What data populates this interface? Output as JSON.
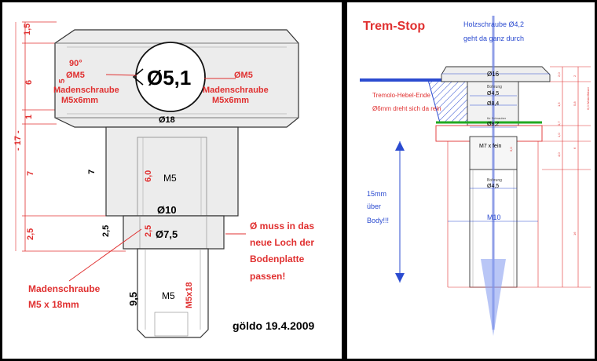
{
  "left": {
    "dims_left": {
      "top": "1,5",
      "mid": "6",
      "flange": "1",
      "total": "- 17 -",
      "shank": "7",
      "step": "2,5",
      "small": "9,5"
    },
    "head": {
      "angle": "90°",
      "thread_left": "ØM5",
      "thread_right": "ØM5",
      "five": "5",
      "grub_left": "Madenschraube",
      "grub_left_size": "M5x6mm",
      "grub_right": "Madenschraube",
      "grub_right_size": "M5x6mm",
      "hole": "Ø5,1",
      "dia": "Ø18"
    },
    "shank": {
      "seven": "7",
      "depth": "6,0",
      "thread": "M5",
      "dia": "Ø10"
    },
    "step": {
      "left": "2,5",
      "right": "2,5",
      "dia": "Ø7,5"
    },
    "bottom": {
      "thread": "M5",
      "screw_len": "M5x18"
    },
    "notes": {
      "bottom_note": [
        "Ø muss in das",
        "neue Loch der",
        "Bodenplatte",
        "passen!"
      ],
      "grub_note": [
        "Madenschraube",
        "M5 x 18mm"
      ],
      "signature": "göldo 19.4.2009"
    }
  },
  "right": {
    "title": "Trem-Stop",
    "wood_screw": [
      "Holzschraube Ø4,2",
      "geht da ganz durch"
    ],
    "head_dia": "Ø16",
    "bore_small": "Bohrung",
    "bore_45": "Ø4,5",
    "bore_84": "Ø8,4",
    "tremolo_note": [
      "Tremolo-Hebel-Ende",
      "Ø6mm dreht sich da rein"
    ],
    "bore_82_label": "für Schrauber",
    "bore_82": "Ø8,2",
    "thread": "M7 x fein",
    "bore_45b": "Ø4,5",
    "bore_label2": "Bohrung",
    "over_body": [
      "15mm",
      "über",
      "Body!!!"
    ],
    "m10": "M10",
    "small_dims": [
      "2,0",
      "1,5",
      "6,0",
      "0,7",
      "1,0",
      "4,0",
      "16"
    ],
    "side_dims": [
      "2",
      "5,8",
      "6,0 Winkelfräser",
      "6"
    ]
  }
}
